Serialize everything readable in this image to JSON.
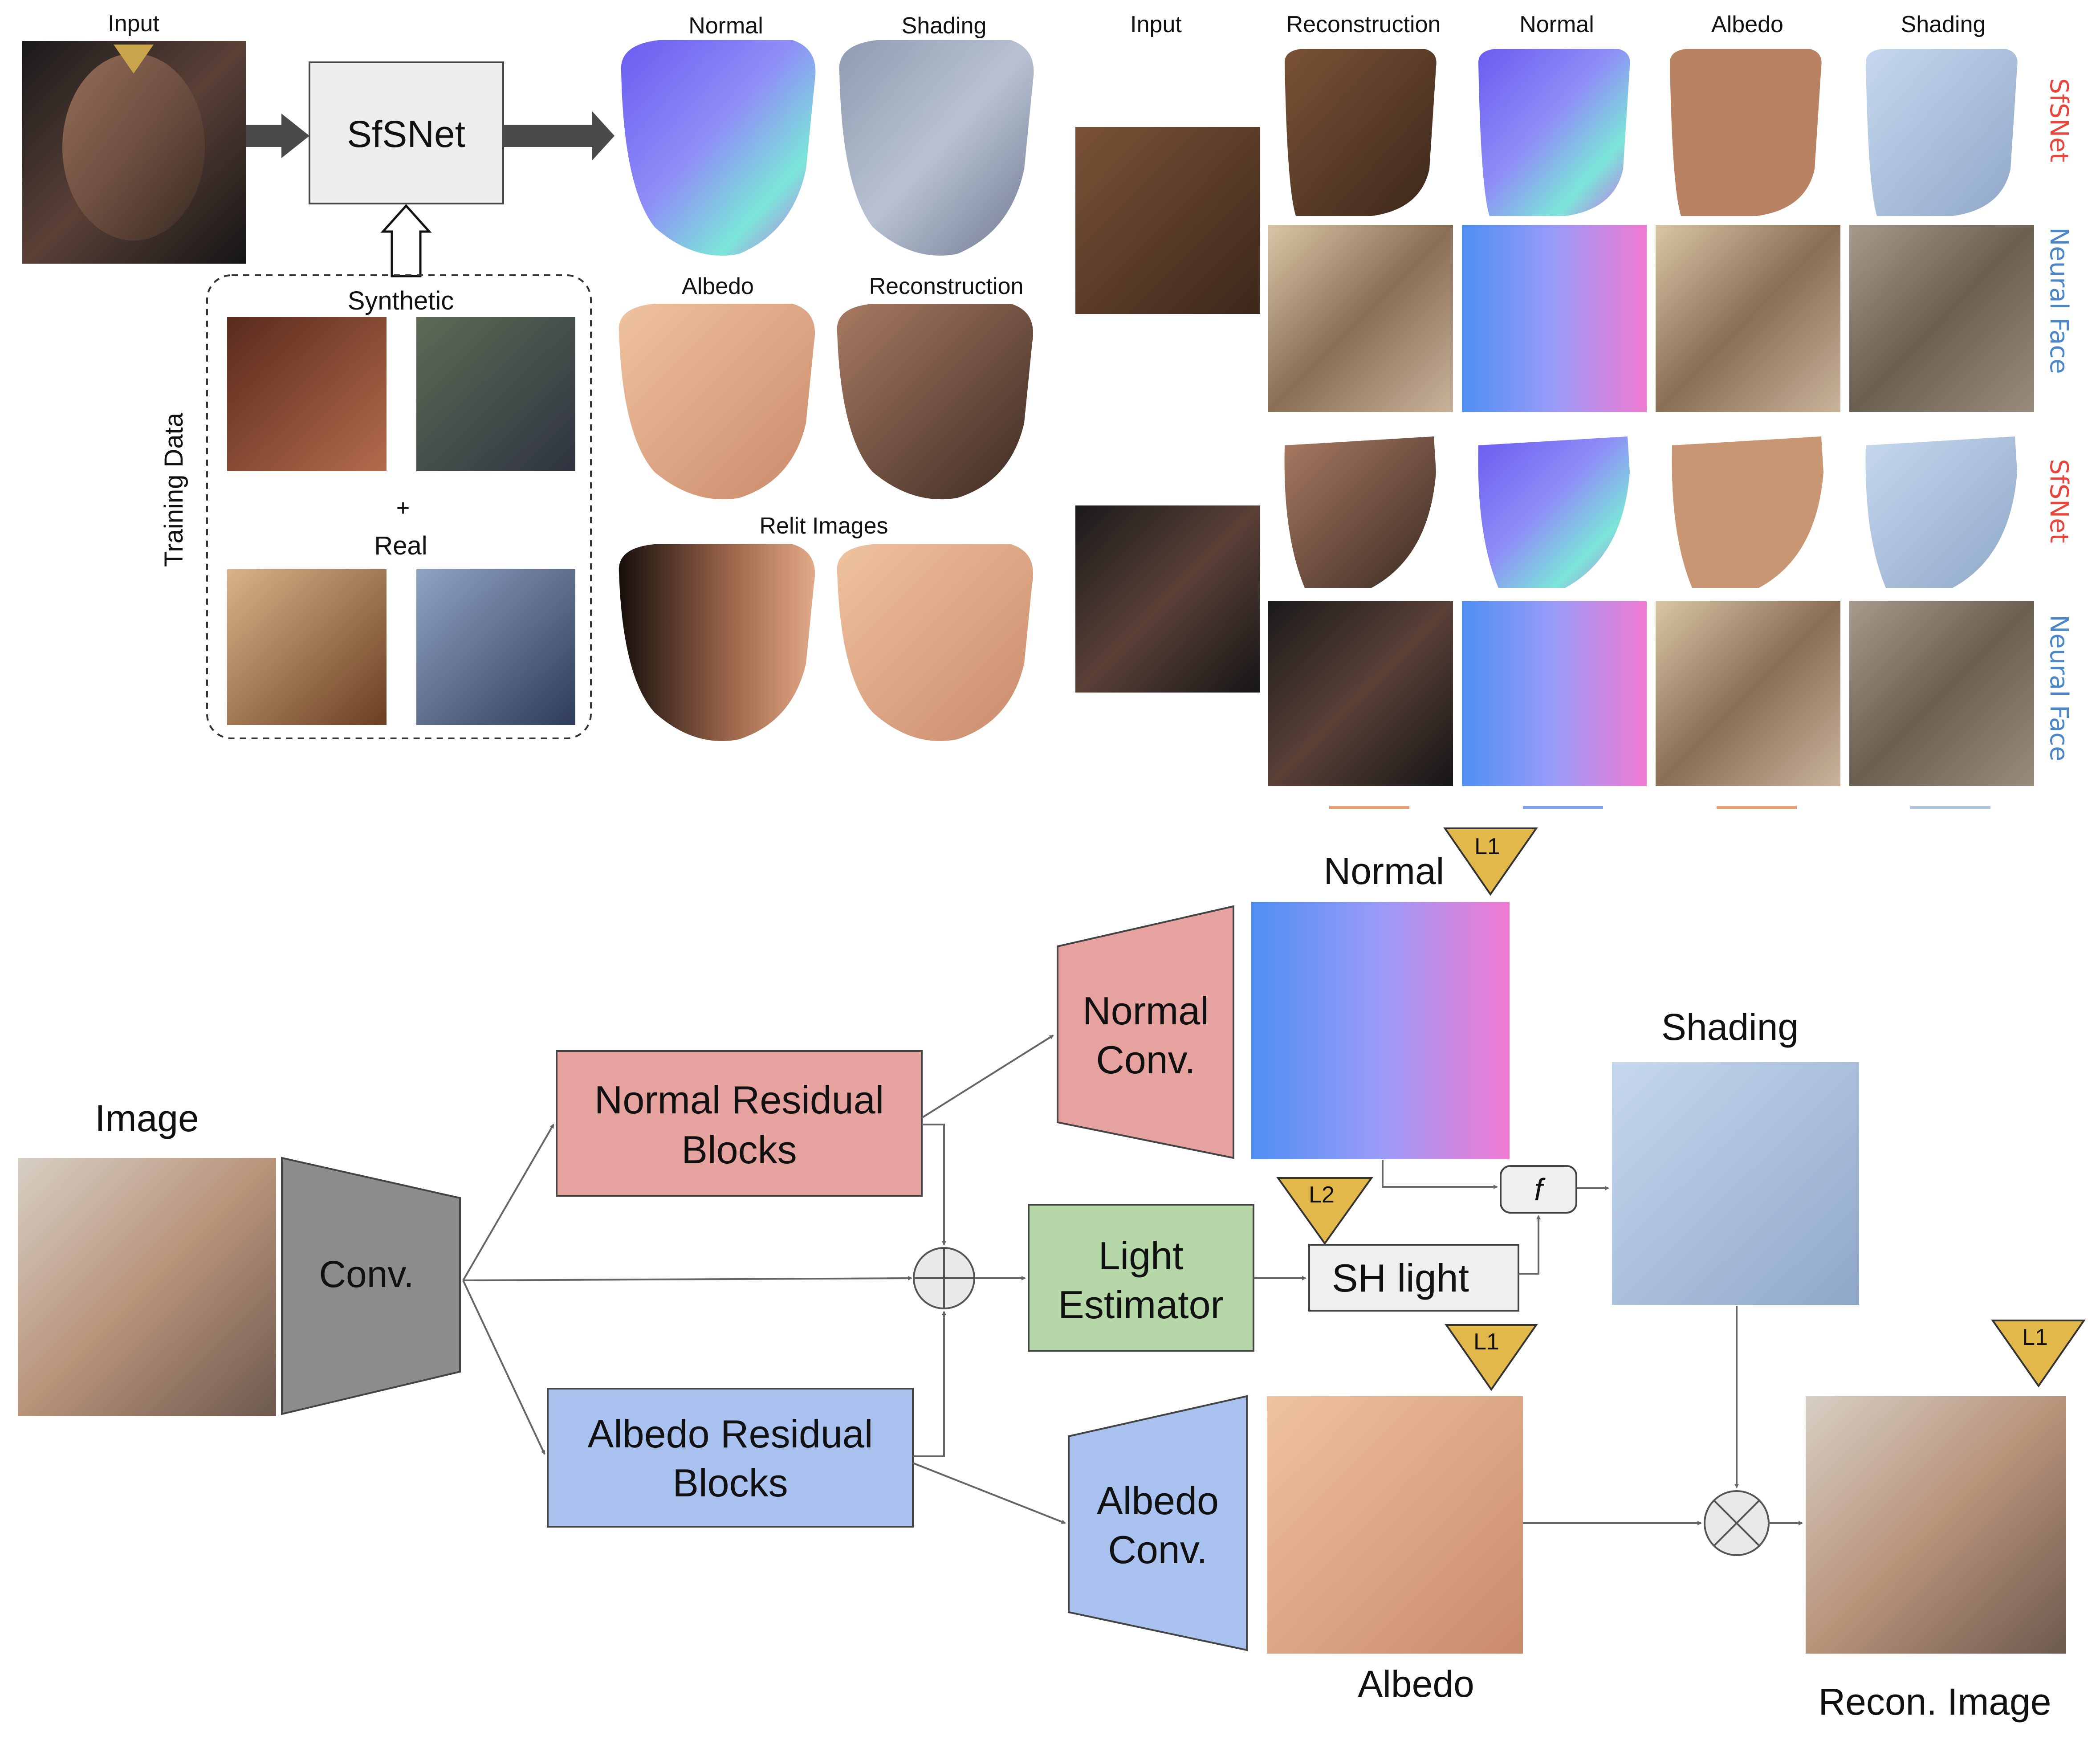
{
  "top_left": {
    "input_label": "Input",
    "net_label": "SfSNet",
    "training_data_label": "Training Data",
    "synthetic_label": "Synthetic",
    "plus": "+",
    "real_label": "Real",
    "outputs": {
      "normal": "Normal",
      "shading": "Shading",
      "albedo": "Albedo",
      "reconstruction": "Reconstruction",
      "relit": "Relit Images"
    }
  },
  "top_right": {
    "columns": [
      "Input",
      "Reconstruction",
      "Normal",
      "Albedo",
      "Shading"
    ],
    "rows": [
      "SfSNet",
      "Neural Face",
      "SfSNet",
      "Neural Face"
    ]
  },
  "bottom": {
    "image_label": "Image",
    "conv_label": "Conv.",
    "normal_residual": [
      "Normal Residual",
      "Blocks"
    ],
    "albedo_residual": [
      "Albedo Residual",
      "Blocks"
    ],
    "normal_conv": [
      "Normal",
      "Conv."
    ],
    "albedo_conv": [
      "Albedo",
      "Conv."
    ],
    "light_estimator": [
      "Light",
      "Estimator"
    ],
    "sh_light": "SH light",
    "f_label": "f",
    "normal_label": "Normal",
    "shading_label": "Shading",
    "albedo_label": "Albedo",
    "recon_label": "Recon. Image",
    "losses": {
      "normal": "L1",
      "light": "L2",
      "albedo": "L1",
      "recon": "L1"
    }
  },
  "colors": {
    "normal_block": "#e6a29f",
    "albedo_block": "#a9c1ef",
    "light_block": "#b6d7a8",
    "conv_block": "#8c8c8c",
    "loss_triangle": "#e2b84b",
    "sfsnet_text": "#e8453c",
    "neural_face_text": "#4a86c8"
  }
}
